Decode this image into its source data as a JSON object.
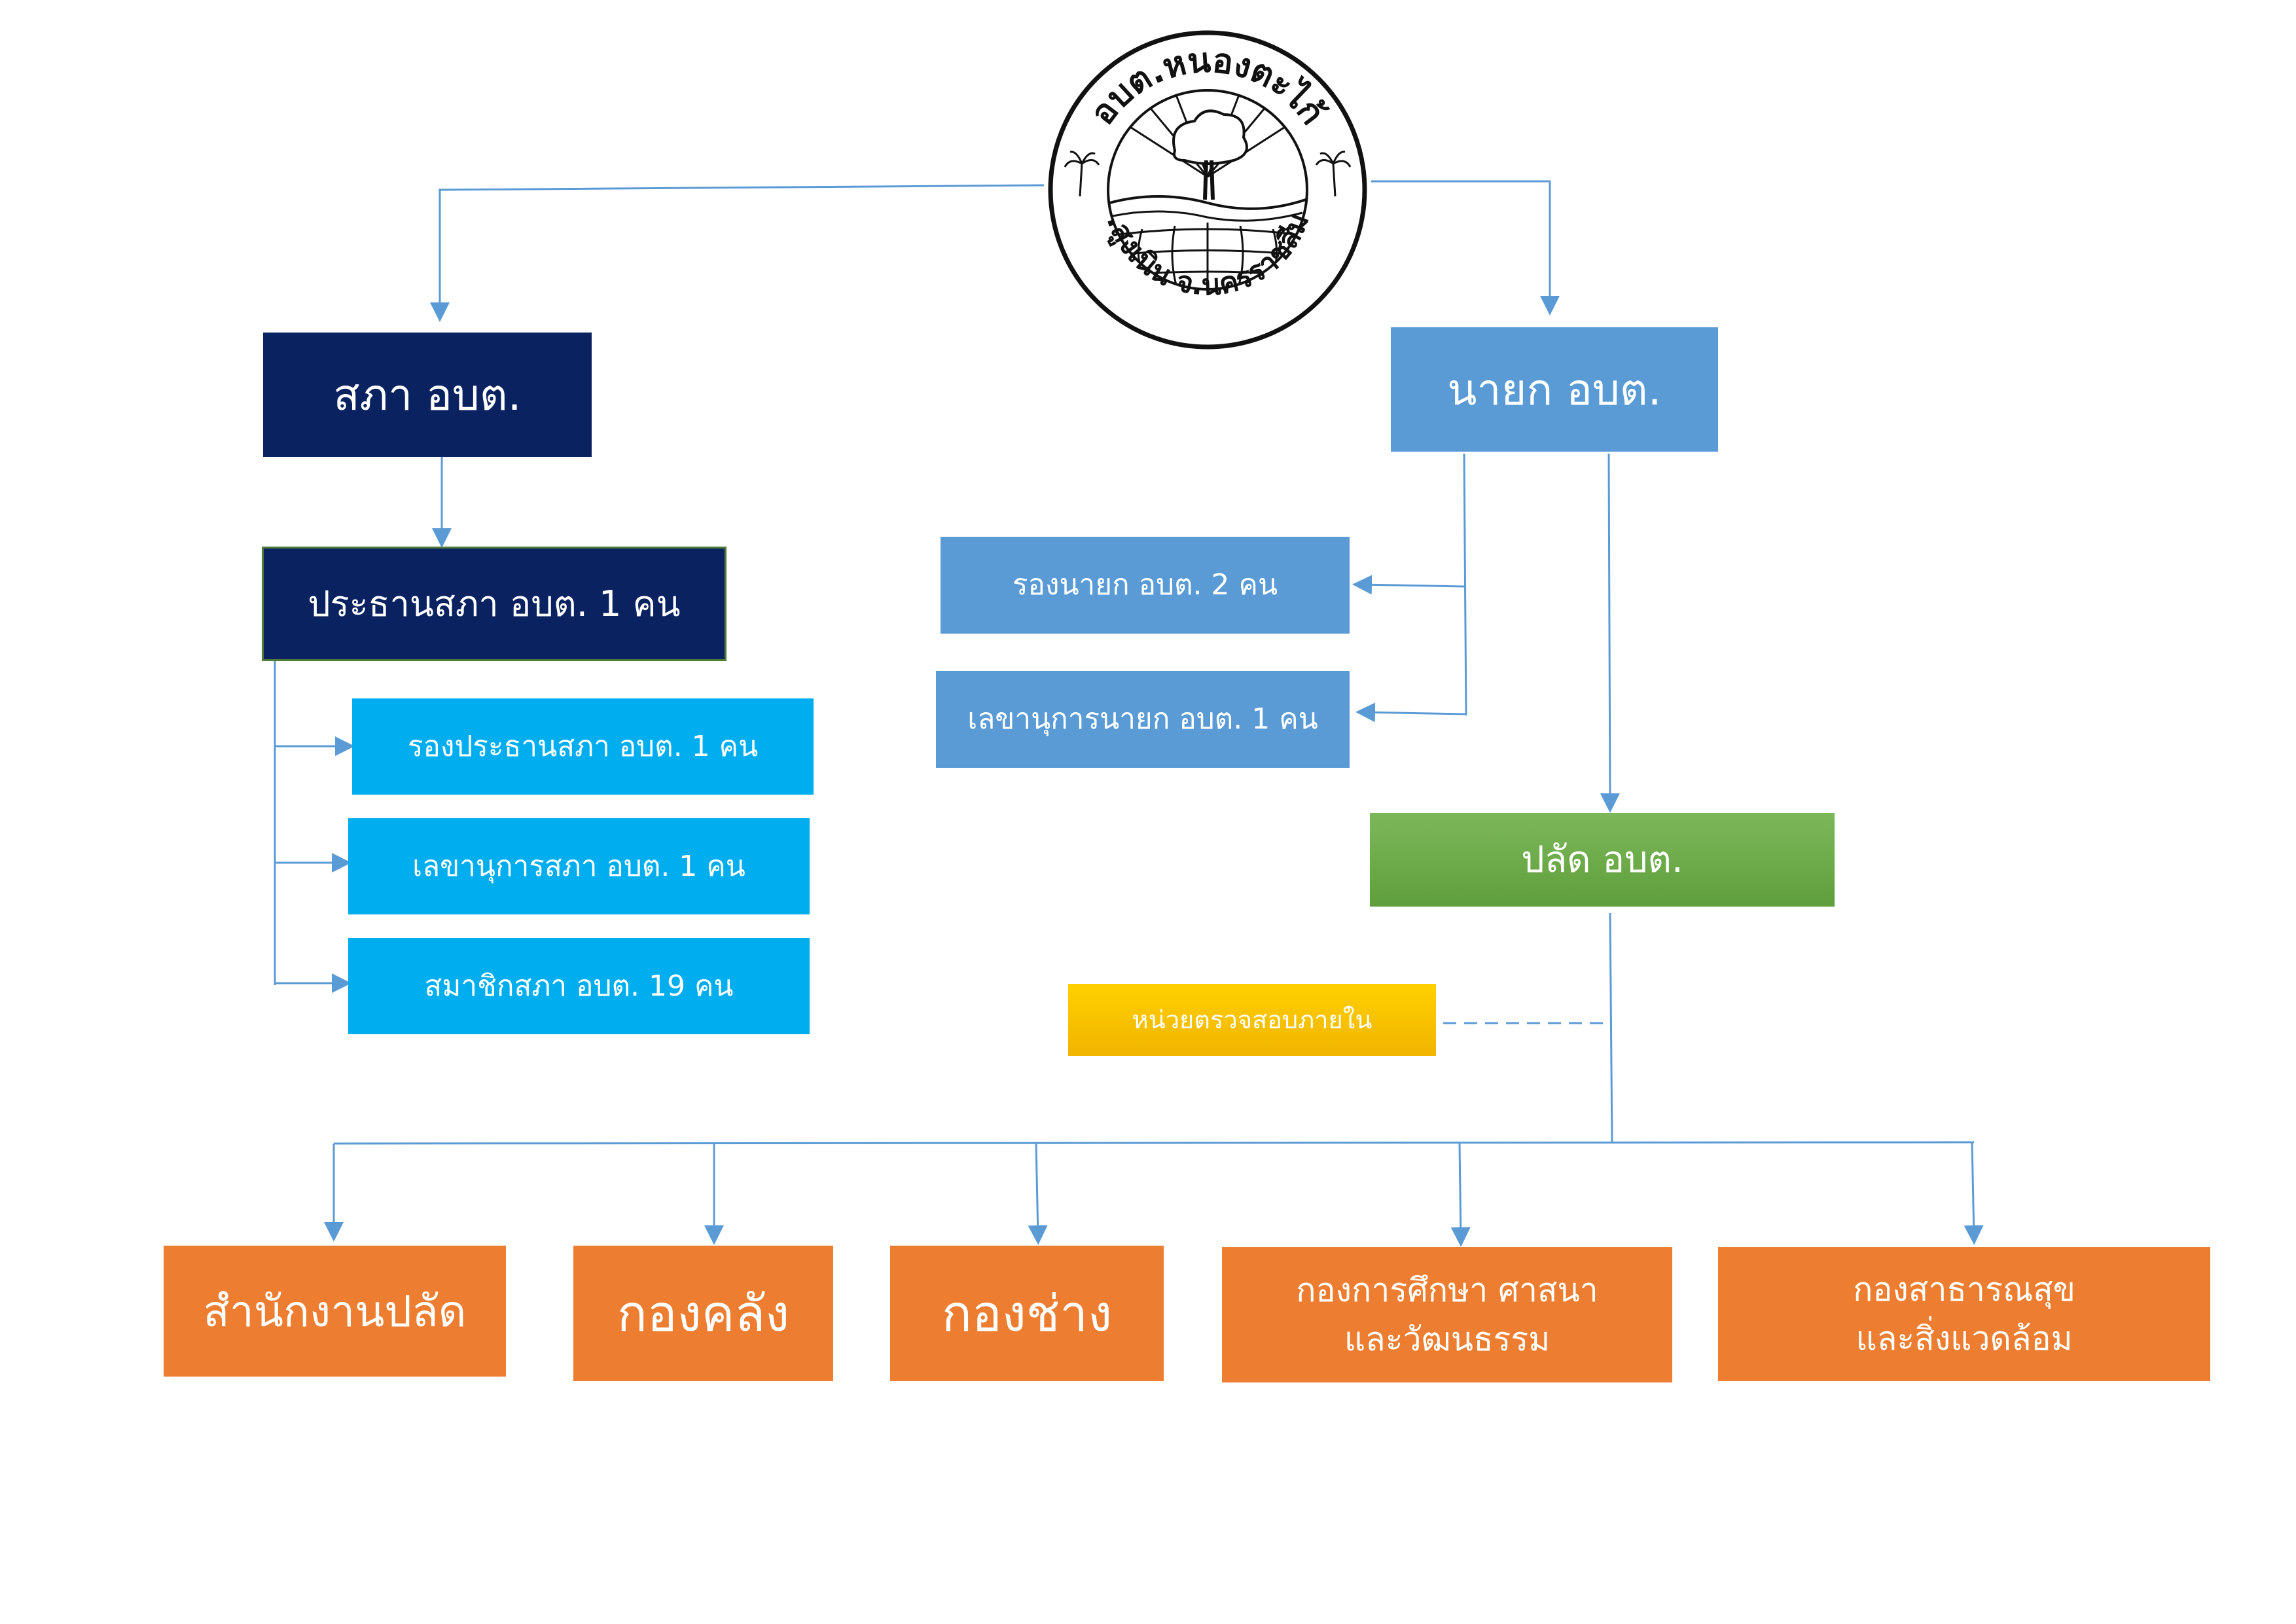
{
  "seal": {
    "top_text": "อบต.หนองตะไก้",
    "bottom_text": "อ.สูงเนิน จ.นครราชสีมา"
  },
  "council": {
    "title": "สภา อบต.",
    "chair": "ประธานสภา อบต.  1 คน",
    "vice_chair": "รองประธานสภา อบต.  1 คน",
    "secretary": "เลขานุการสภา อบต.  1 คน",
    "members": "สมาชิกสภา อบต.  19 คน"
  },
  "executive": {
    "title": "นายก อบต.",
    "deputy": "รองนายก อบต.  2 คน",
    "secretary": "เลขานุการนายก อบต.  1 คน"
  },
  "clerk": {
    "title": "ปลัด อบต."
  },
  "audit": {
    "title": "หน่วยตรวจสอบภายใน"
  },
  "departments": [
    {
      "line1": "สำนักงานปลัด",
      "line2": ""
    },
    {
      "line1": "กองคลัง",
      "line2": ""
    },
    {
      "line1": "กองช่าง",
      "line2": ""
    },
    {
      "line1": "กองการศึกษา ศาสนา",
      "line2": "และวัฒนธรรม"
    },
    {
      "line1": "กองสาธารณสุข",
      "line2": "และสิ่งแวดล้อม"
    }
  ],
  "colors": {
    "council": "#0b2260",
    "council_sub": "#00aeef",
    "executive": "#5b9bd5",
    "clerk": "#70ad47",
    "audit": "#ffc000",
    "department": "#ed7d31",
    "connector": "#5b9bd5"
  }
}
